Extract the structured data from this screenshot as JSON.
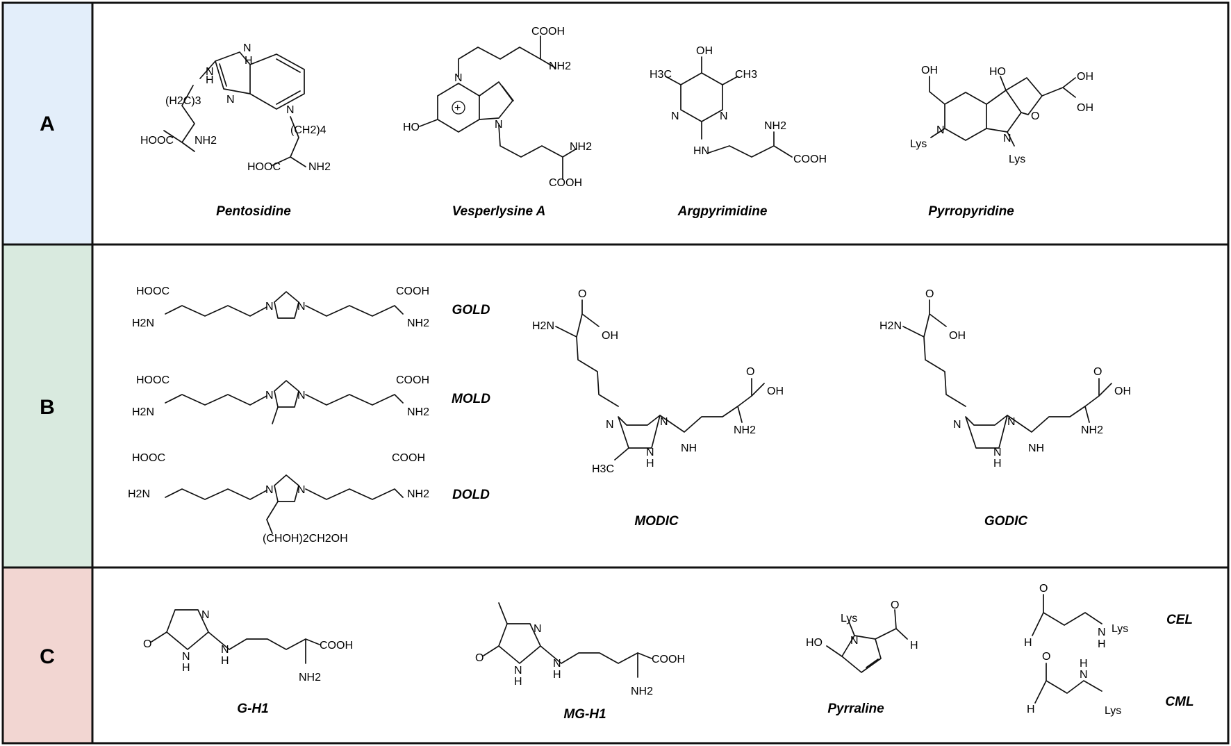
{
  "rows": [
    {
      "letter": "A",
      "color": "#e3eefa",
      "names": [
        "Pentosidine",
        "Vesperlysine A",
        "Argpyrimidine",
        "Pyrropyridine"
      ]
    },
    {
      "letter": "B",
      "color": "#d9eadf",
      "names": [
        "GOLD",
        "MOLD",
        "DOLD",
        "MODIC",
        "GODIC"
      ]
    },
    {
      "letter": "C",
      "color": "#f2d6d2",
      "names": [
        "G-H1",
        "MG-H1",
        "Pyrraline",
        "CEL",
        "CML"
      ]
    }
  ],
  "atoms": {
    "hooc": "HOOC",
    "cooh": "COOH",
    "nh2": "NH2",
    "h2n": "H2N",
    "h": "H",
    "n": "N",
    "o": "O",
    "oh": "OH",
    "ho": "HO",
    "nh": "NH",
    "hn": "HN",
    "h3c": "H3C",
    "ch3": "CH3",
    "lys": "Lys",
    "h2c3": "(H2C)3",
    "ch2_4": "(CH2)4",
    "choh": "(CHOH)2CH2OH"
  }
}
